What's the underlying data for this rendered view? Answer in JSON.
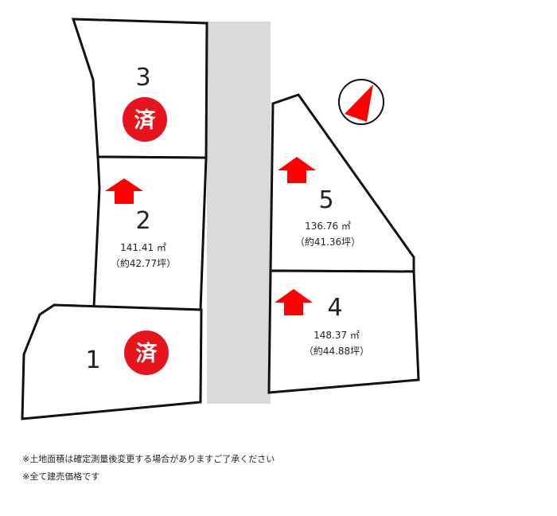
{
  "lots": [
    {
      "id": "1",
      "number": "1",
      "status": "済",
      "area": "",
      "area_tsubo": ""
    },
    {
      "id": "2",
      "number": "2",
      "status": "",
      "area": "141.41 ㎡",
      "area_tsubo": "（約42.77坪）"
    },
    {
      "id": "3",
      "number": "3",
      "status": "済",
      "area": "",
      "area_tsubo": ""
    },
    {
      "id": "4",
      "number": "4",
      "status": "",
      "area": "148.37 ㎡",
      "area_tsubo": "（約44.88坪）"
    },
    {
      "id": "5",
      "number": "5",
      "status": "",
      "area": "136.76 ㎡",
      "area_tsubo": "（約41.36坪）"
    }
  ],
  "sold_mark": {
    "label": "済",
    "color": "#e8141b"
  },
  "arrow_color": "#ff0000",
  "road_color": "#d9d9d9",
  "compass": {
    "icon": "north-arrow-icon",
    "color": "#ff0000"
  },
  "notes": [
    "※土地面積は確定測量後変更する場合がありますご了承ください",
    "※全て建売価格です"
  ]
}
